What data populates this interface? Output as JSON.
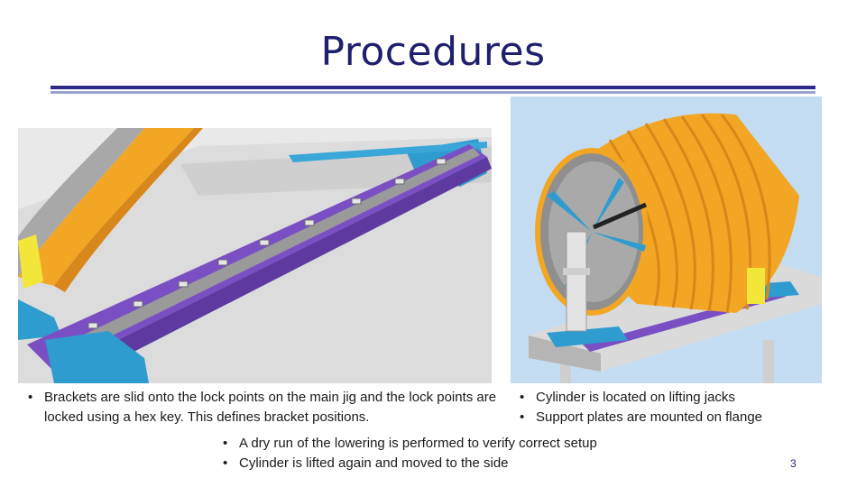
{
  "title": "Procedures",
  "left_bullets": [
    "Brackets are slid onto the lock points on the main jig and the lock points are locked using a hex key. This defines bracket positions."
  ],
  "right_bullets": [
    "Cylinder is located on lifting jacks",
    "Support plates are mounted on flange"
  ],
  "bottom_bullets": [
    "A dry run of the lowering is performed to verify correct setup",
    "Cylinder is lifted again and moved to the side"
  ],
  "page_number": "3",
  "colors": {
    "title": "#1f1f6e",
    "rule": "#2e2a8a",
    "rail": "#7a4fc4",
    "bracket": "#2f9ccf",
    "cylinder": "#f2a623",
    "jig": "#dcdcdc",
    "sky": "#c4dcf2"
  }
}
